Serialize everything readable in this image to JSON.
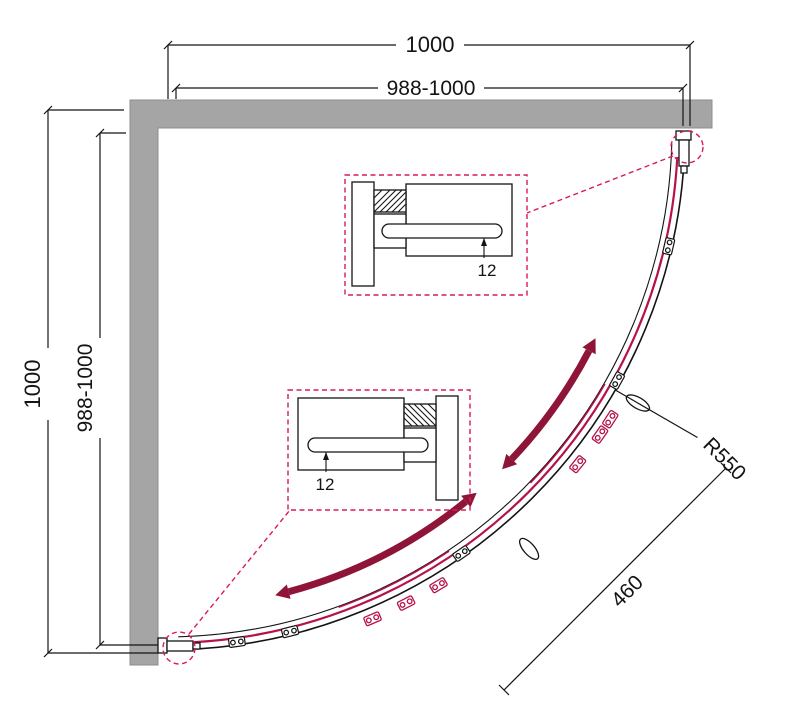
{
  "colors": {
    "wall_gray": "#a5a5a5",
    "line_black": "#141414",
    "accent_red_dashed": "#d81b56",
    "door_red": "#b5124a",
    "arrow_maroon": "#8e1538"
  },
  "dims": {
    "top_outer": "1000",
    "top_inner": "988-1000",
    "left_outer": "1000",
    "left_inner": "988-1000",
    "radius": "R550",
    "opening": "460"
  },
  "details": {
    "top": {
      "thickness": "12"
    },
    "bottom": {
      "thickness": "12"
    }
  }
}
